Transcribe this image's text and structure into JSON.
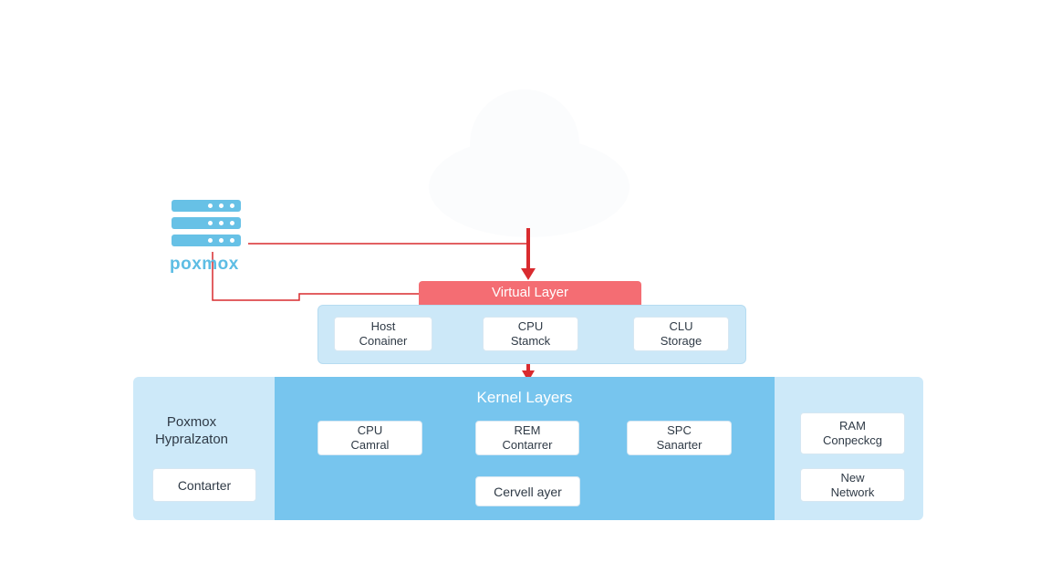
{
  "brand": {
    "name": "poxmox"
  },
  "virtual_layer": {
    "title": "Virtual Layer",
    "cards": [
      {
        "line1": "Host",
        "line2": "Conainer"
      },
      {
        "line1": "CPU",
        "line2": "Stamck"
      },
      {
        "line1": "CLU",
        "line2": "Storage"
      }
    ]
  },
  "kernel": {
    "title": "Kernel Layers",
    "left": {
      "title_line1": "Poxmox",
      "title_line2": "Hypralzaton",
      "card": "Contarter"
    },
    "center_cards": [
      {
        "line1": "CPU",
        "line2": "Camral"
      },
      {
        "line1": "REM",
        "line2": "Contarrer"
      },
      {
        "line1": "SPC",
        "line2": "Sanarter"
      }
    ],
    "center_bottom": "Cervell ayer",
    "right_cards": [
      {
        "line1": "RAM",
        "line2": "Conpeckcg"
      },
      {
        "line1": "New",
        "line2": "Network"
      }
    ]
  },
  "colors": {
    "accent_red": "#f46d73",
    "arrow_red": "#d92b2f",
    "brand_blue": "#5dbde4",
    "panel_light": "#cde9f9",
    "panel_mid": "#77c5ee"
  },
  "icons": [
    "server-stack-icon",
    "arrow-down-icon"
  ]
}
